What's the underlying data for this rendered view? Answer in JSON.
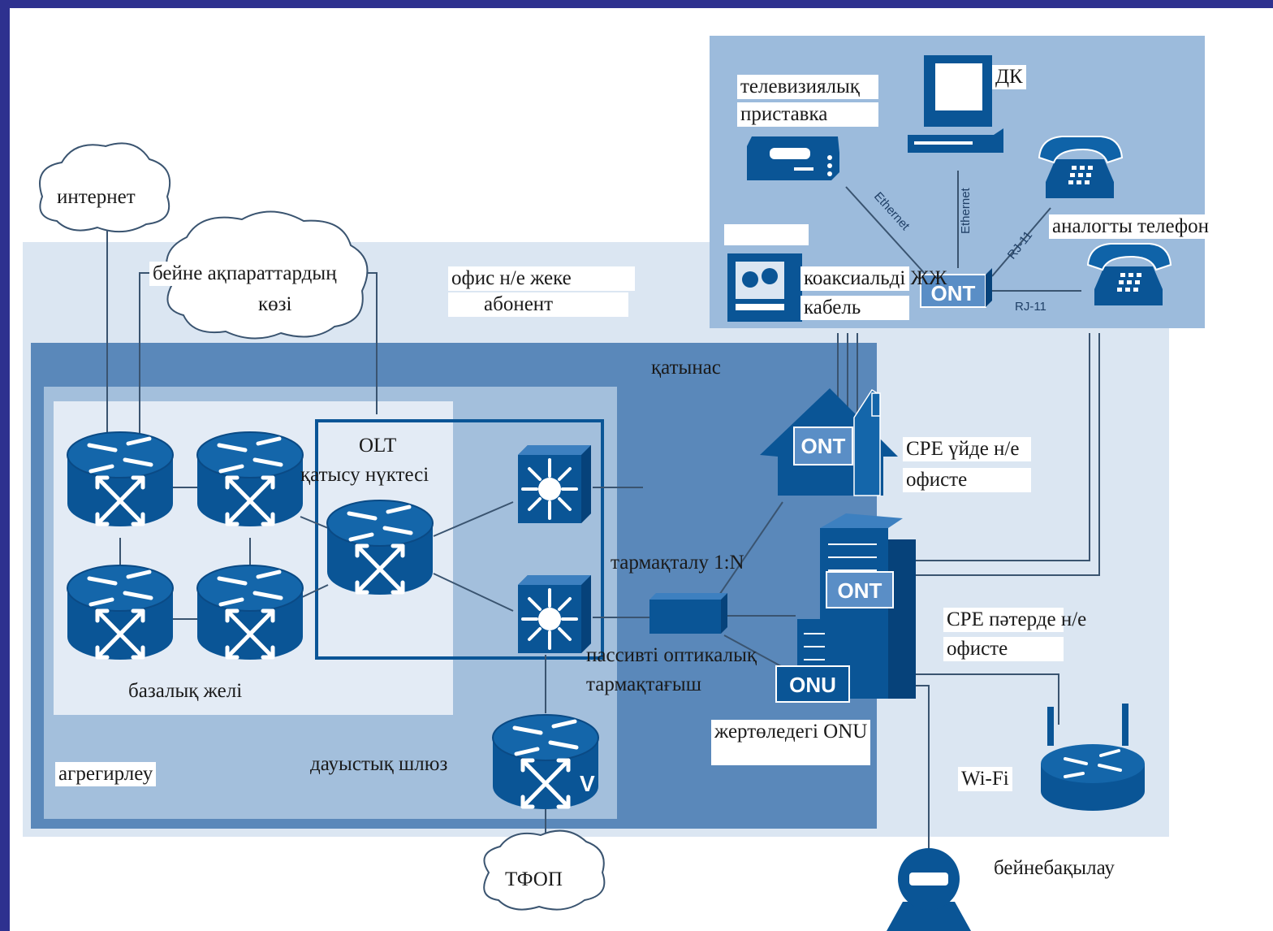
{
  "labels": {
    "internet": "интернет",
    "video_source_line1": "бейне ақпараттардың",
    "video_source_line2": "көзі",
    "office_line1": "офис н/е жеке",
    "office_line2": "абонент",
    "access": "қатынас",
    "olt": "OLT",
    "access_point": "қатысу нүктесі",
    "core_network": "базалық желі",
    "aggregation": "агрегирлеу",
    "voice_gateway": "дауыстық шлюз",
    "pstn": "ТФОП",
    "splitting": "тармақталу 1:N",
    "passive_splitter_line1": "пассивті оптикалық",
    "passive_splitter_line2": "тармақтағыш",
    "onu_basement": "жертөледегі ONU",
    "cpe_home_line1": "CPE үйде н/е",
    "cpe_home_line2": "офисте",
    "cpe_apartment_line1": "CPE пәтерде н/е",
    "cpe_apartment_line2": "офисте",
    "wifi": "Wi-Fi",
    "video_surveillance": "бейнебақылау",
    "tv_box_line1": "телевизиялық",
    "tv_box_line2": "приставка",
    "pc": "ДК",
    "analog_phone": "аналогты телефон",
    "coax_line1": "коаксиальді ЖЖ",
    "coax_line2": "кабель"
  },
  "device_text": {
    "ont": "ONT",
    "onu": "ONU",
    "voice_v": "V"
  },
  "wire_labels": {
    "ethernet": "Ethernet",
    "rj11": "RJ-11"
  },
  "colors": {
    "outer_border": "#2e318f",
    "device_blue": "#0a5596",
    "zone_office": "#dbe6f2",
    "zone_access": "#5a88ba",
    "zone_aggregation": "#a3bfdc",
    "zone_core": "#e3ebf5",
    "zone_home": "#9cbbdc"
  }
}
